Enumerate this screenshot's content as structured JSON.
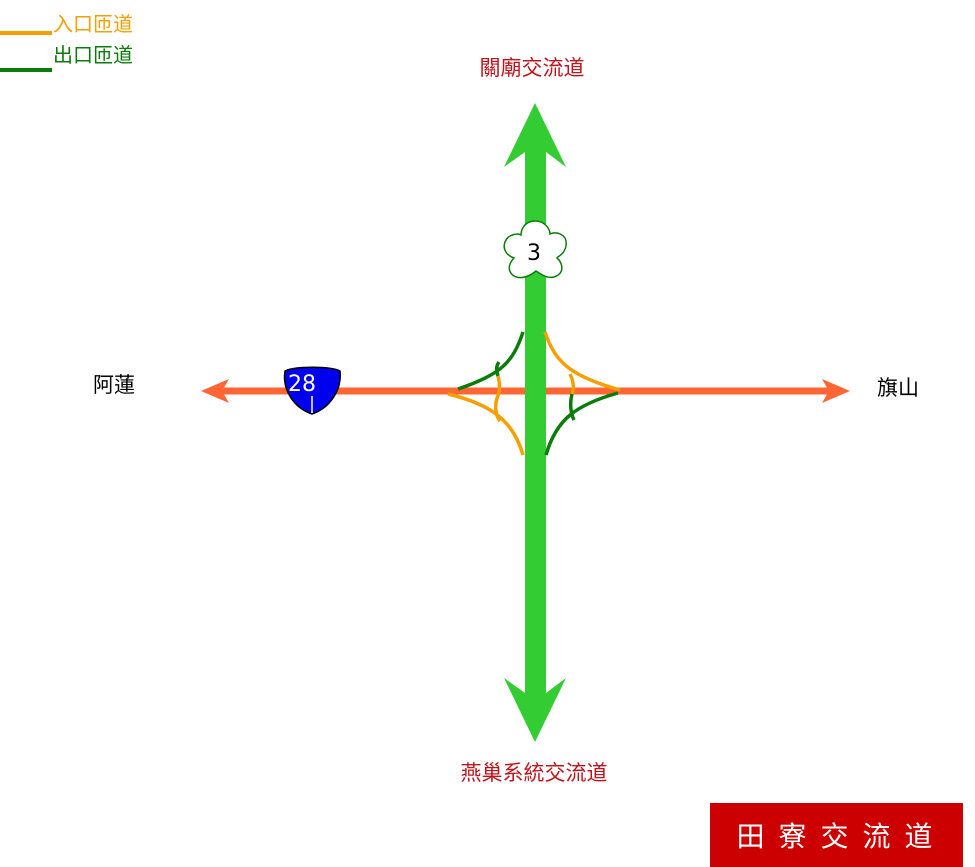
{
  "legend": {
    "entrance": {
      "label": "入口匝道",
      "color": "#f5a000"
    },
    "exit": {
      "label": "出口匝道",
      "color": "#0a7c0a"
    }
  },
  "destinations": {
    "north": "關廟交流道",
    "south": "燕巢系統交流道",
    "west": "阿蓮",
    "east": "旗山"
  },
  "shields": {
    "freeway": {
      "number": "3",
      "color": "#ffffff"
    },
    "provincial": {
      "number": "28",
      "color": "#0000ee"
    }
  },
  "colors": {
    "freeway_road": "#33cc33",
    "highway_road": "#ff6633",
    "destination_major": "#c0141c",
    "destination_minor": "#000000"
  },
  "title": "田寮交流道"
}
